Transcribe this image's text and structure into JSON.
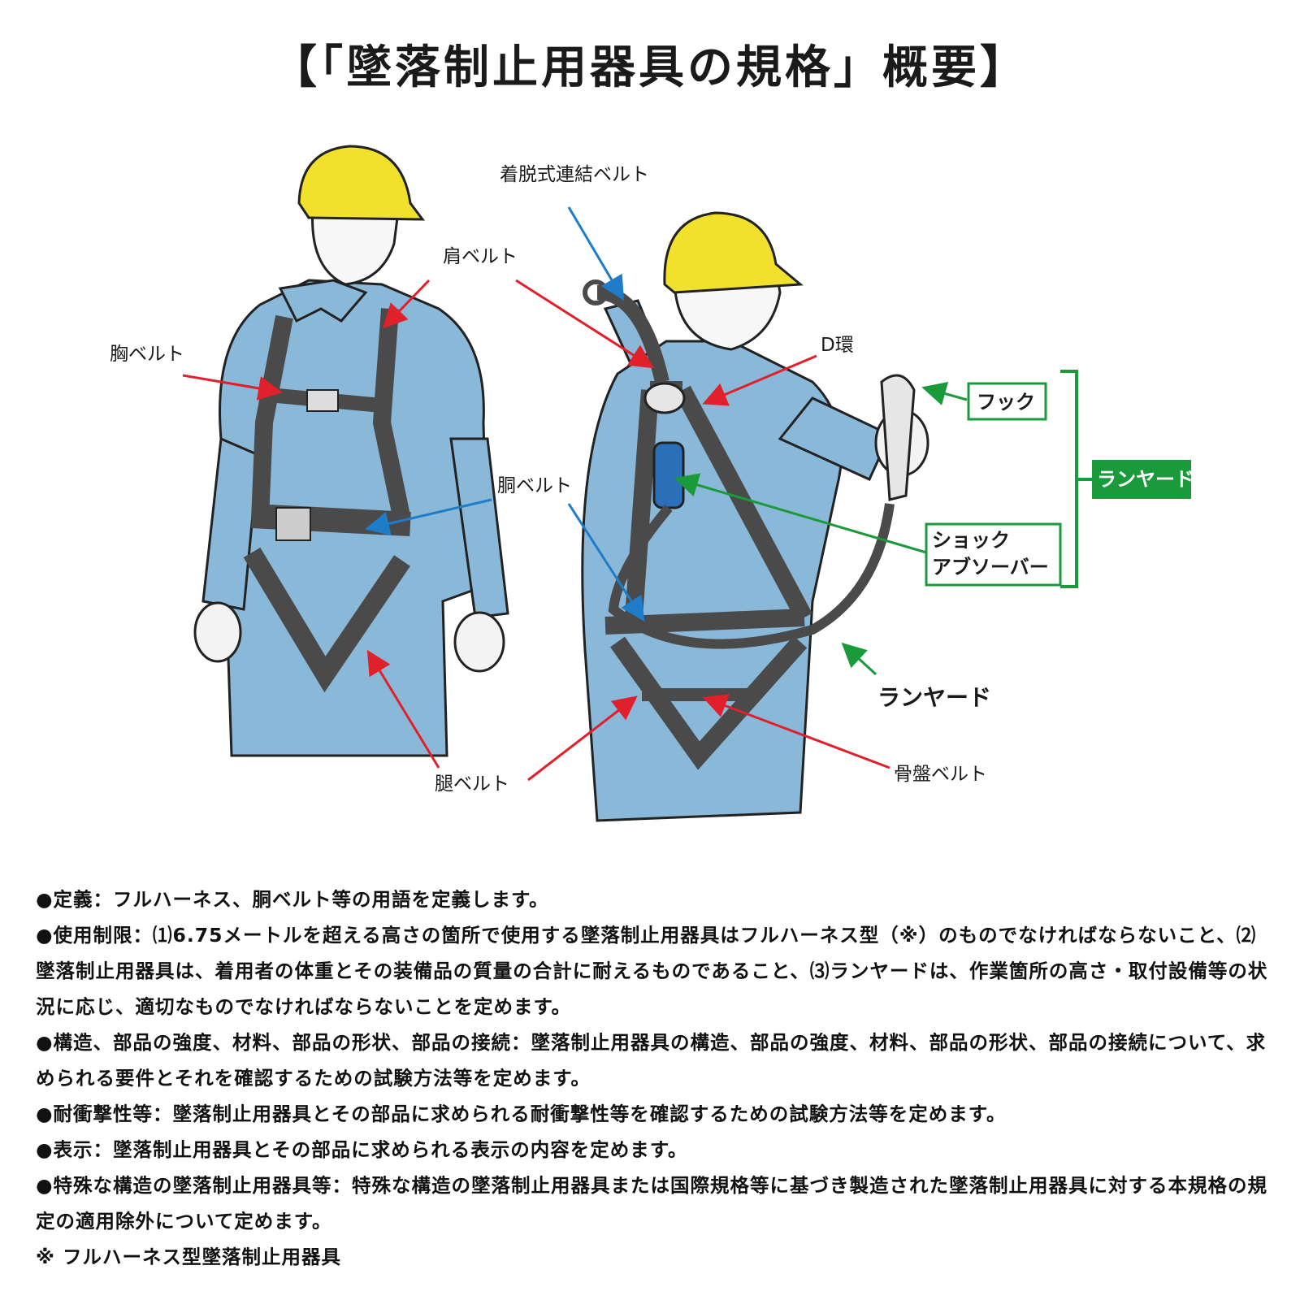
{
  "title": "【「墜落制止用器具の規格」概要】",
  "diagram": {
    "labels": {
      "detachable_belt": "着脱式連結ベルト",
      "shoulder_belt": "肩ベルト",
      "chest_belt": "胸ベルト",
      "d_ring": "D環",
      "waist_belt": "胴ベルト",
      "leg_belt": "腿ベルト",
      "pelvic_belt": "骨盤ベルト",
      "hook": "フック",
      "shock_absorber_line1": "ショック",
      "shock_absorber_line2": "アブソーバー",
      "lanyard_box": "ランヤード",
      "lanyard": "ランヤード"
    },
    "colors": {
      "suit": "#8ab8d8",
      "helmet": "#f2e12c",
      "harness": "#4a4a4a",
      "red_arrow": "#e0202a",
      "blue_arrow": "#1e7cc8",
      "green": "#1b9a3c"
    }
  },
  "definitions": [
    "●定義：フルハーネス、胴ベルト等の用語を定義します。",
    "●使用制限：⑴6.75メートルを超える高さの箇所で使用する墜落制止用器具はフルハーネス型（※）のものでなければならないこと、⑵墜落制止用器具は、着用者の体重とその装備品の質量の合計に耐えるものであること、⑶ランヤードは、作業箇所の高さ・取付設備等の状況に応じ、適切なものでなければならないことを定めます。",
    "●構造、部品の強度、材料、部品の形状、部品の接続：墜落制止用器具の構造、部品の強度、材料、部品の形状、部品の接続について、求められる要件とそれを確認するための試験方法等を定めます。",
    "●耐衝撃性等：墜落制止用器具とその部品に求められる耐衝撃性等を確認するための試験方法等を定めます。",
    "●表示：墜落制止用器具とその部品に求められる表示の内容を定めます。",
    "●特殊な構造の墜落制止用器具等：特殊な構造の墜落制止用器具または国際規格等に基づき製造された墜落制止用器具に対する本規格の規定の適用除外について定めます。",
    "※ フルハーネス型墜落制止用器具"
  ]
}
